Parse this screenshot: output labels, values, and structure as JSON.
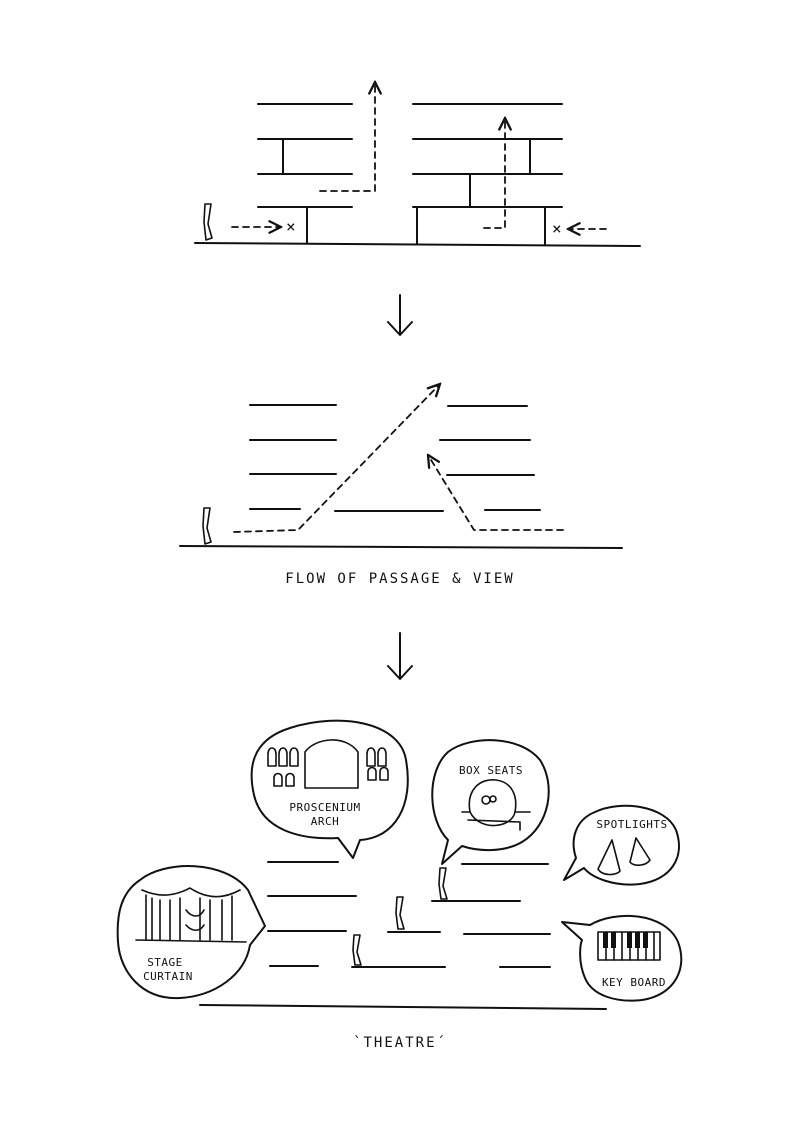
{
  "captions": {
    "flow": "FLOW OF PASSAGE & VIEW",
    "theatre": "`THEATRE´"
  },
  "bubbles": {
    "proscenium_line1": "PROSCENIUM",
    "proscenium_line2": "ARCH",
    "box_seats": "BOX SEATS",
    "spotlights": "SPOTLIGHTS",
    "stage_curtain_line1": "STAGE",
    "stage_curtain_line2": "CURTAIN",
    "keyboard": "KEY BOARD"
  },
  "markers": {
    "blocked": "×"
  },
  "colors": {
    "ink": "#111111",
    "paper": "#ffffff"
  }
}
